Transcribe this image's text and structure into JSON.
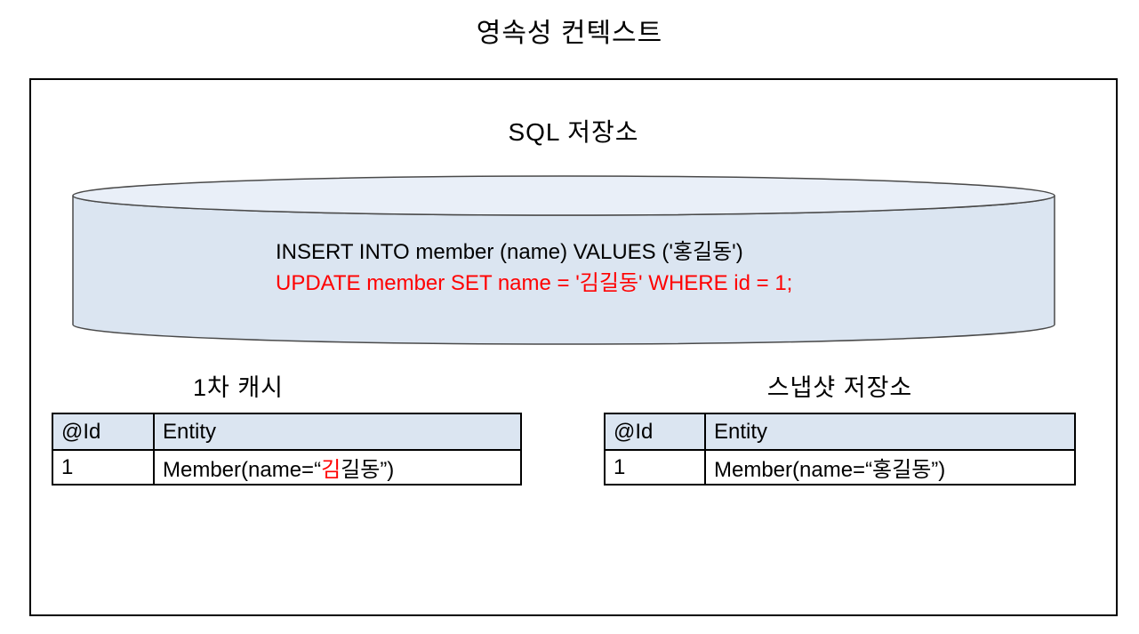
{
  "title": "영속성 컨텍스트",
  "sql_store": {
    "label": "SQL 저장소",
    "insert_line": "INSERT INTO member (name) VALUES ('홍길동')",
    "update_line": "UPDATE member SET name = '김길동' WHERE id = 1;"
  },
  "cache": {
    "title": "1차 캐시",
    "headers": [
      "@Id",
      "Entity"
    ],
    "row": {
      "id": "1",
      "entity_prefix": "Member(name=“",
      "entity_red": "김",
      "entity_suffix": "길동”)"
    }
  },
  "snapshot": {
    "title": "스냅샷 저장소",
    "headers": [
      "@Id",
      "Entity"
    ],
    "row": {
      "id": "1",
      "entity": "Member(name=“홍길동”)"
    }
  },
  "colors": {
    "red": "#ff0000",
    "table_header_bg": "#dbe5f1",
    "cylinder_fill": "#dbe5f1",
    "cylinder_top_fill": "#e9eff8",
    "cylinder_stroke": "#4a4a4a",
    "outline": "#000000"
  }
}
